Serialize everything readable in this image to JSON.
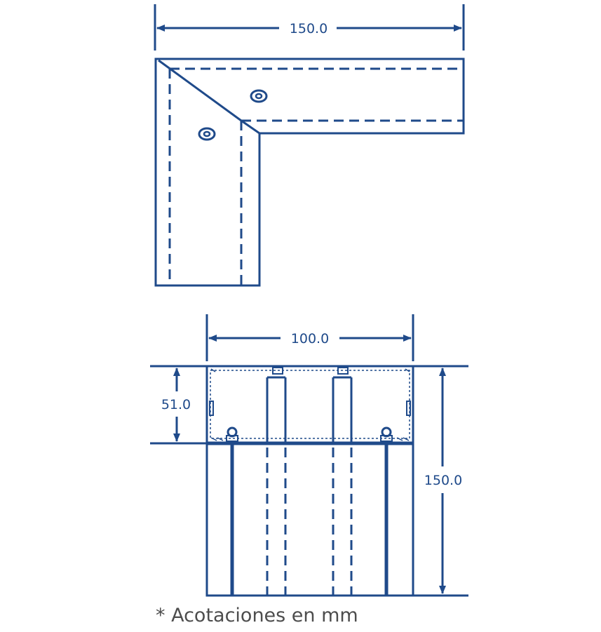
{
  "colors": {
    "line": "#1f4a8a",
    "note": "#4d4d4d",
    "background": "#ffffff"
  },
  "top_view": {
    "width_dimension": "150.0"
  },
  "front_view": {
    "width_dimension": "100.0",
    "height_dimension": "150.0",
    "channel_depth_dimension": "51.0"
  },
  "note": "* Acotaciones en mm"
}
